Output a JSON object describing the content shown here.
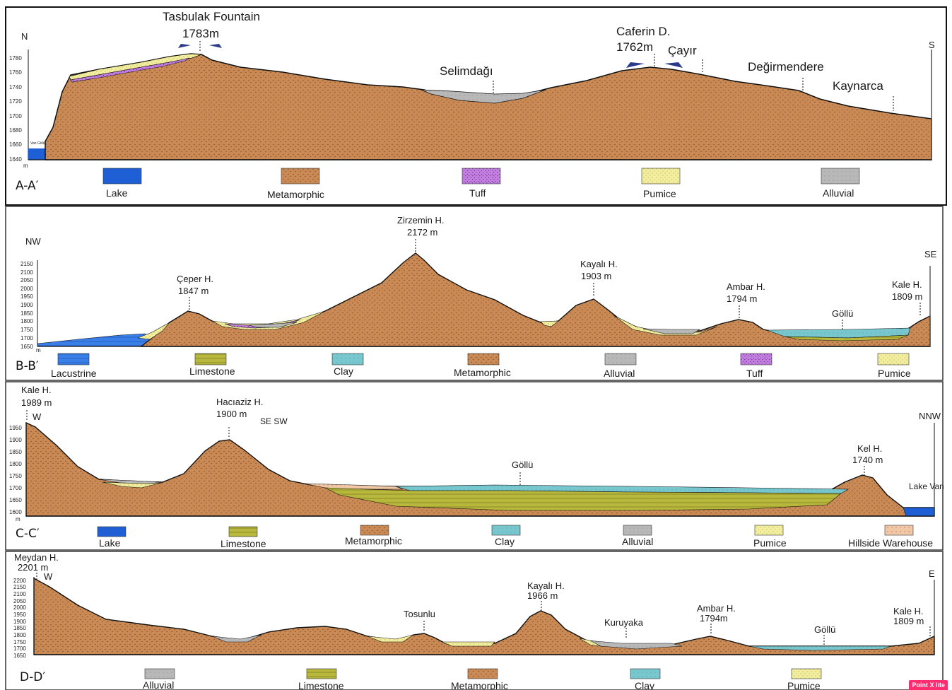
{
  "colors": {
    "lake": "#1f5fd6",
    "metamorphic": "#c98a55",
    "tuff": "#c27fe0",
    "pumice": "#f3ee9e",
    "alluvial": "#b8b8b8",
    "lacustrine": "#3a7ee8",
    "limestone": "#b7b83c",
    "clay": "#78c7cf",
    "hillside": "#f0c8a8"
  },
  "aa": {
    "code": "A-A′",
    "dir_left": "N",
    "dir_right": "S",
    "axis_unit": "m",
    "ticks": [
      "1780",
      "1760",
      "1740",
      "1720",
      "1700",
      "1680",
      "1660",
      "1640"
    ],
    "lake_label": "Van Gölü",
    "peak1_name": "Tasbulak Fountain",
    "peak1_elev": "1783m",
    "selim": "Selimdağı",
    "peak2_name": "Caferin D.",
    "peak2_elev": "1762m",
    "cayir": "Çayır",
    "degirmendere": "Değirmendere",
    "kaynarca": "Kaynarca",
    "legend": [
      "Lake",
      "Metamorphic",
      "Tuff",
      "Pumice",
      "Alluvial"
    ]
  },
  "bb": {
    "code": "B-B′",
    "dir_left": "NW",
    "dir_right": "SE",
    "axis_unit": "m",
    "ticks": [
      "2150",
      "2100",
      "2050",
      "2000",
      "1950",
      "1900",
      "1850",
      "1800",
      "1750",
      "1700",
      "1650"
    ],
    "ceper_name": "Çeper H.",
    "ceper_elev": "1847 m",
    "zirzemin_name": "Zirzemin H.",
    "zirzemin_elev": "2172 m",
    "kayali_name": "Kayalı H.",
    "kayali_elev": "1903 m",
    "ambar_name": "Ambar H.",
    "ambar_elev": "1794 m",
    "gollu": "Göllü",
    "kale_name": "Kale H.",
    "kale_elev": "1809 m",
    "legend": [
      "Lacustrine",
      "Limestone",
      "Clay",
      "Metamorphic",
      "Alluvial",
      "Tuff",
      "Pumice"
    ]
  },
  "cc": {
    "code": "C-C′",
    "dir_left": "W",
    "dir_right": "NNW",
    "axis_unit": "m",
    "ticks": [
      "1950",
      "1900",
      "1850",
      "1800",
      "1750",
      "1700",
      "1650",
      "1600"
    ],
    "kale_name": "Kale H.",
    "kale_elev": "1989 m",
    "haciaziz_name": "Hacıaziz H.",
    "haciaziz_elev": "1900 m",
    "sesw": "SE SW",
    "gollu": "Göllü",
    "kel_name": "Kel H.",
    "kel_elev": "1740 m",
    "lake_van": "Lake Van",
    "legend": [
      "Lake",
      "Limestone",
      "Metamorphic",
      "Clay",
      "Alluvial",
      "Pumice",
      "Hillside Warehouse"
    ]
  },
  "dd": {
    "code": "D-D′",
    "dir_left": "W",
    "dir_right": "E",
    "ticks": [
      "2200",
      "2150",
      "2100",
      "2050",
      "2000",
      "1950",
      "1900",
      "1850",
      "1800",
      "1750",
      "1700",
      "1650"
    ],
    "meydan_name": "Meydan H.",
    "meydan_elev": "2201 m",
    "tosunlu": "Tosunlu",
    "kayali_name": "Kayalı H.",
    "kayali_elev": "1966 m",
    "kuruyaka": "Kuruyaka",
    "ambar_name": "Ambar H.",
    "ambar_elev": "1794m",
    "gollu": "Göllü",
    "kale_name": "Kale H.",
    "kale_elev": "1809 m",
    "legend": [
      "Alluvial",
      "Limestone",
      "Metamorphic",
      "Clay",
      "Pumice"
    ]
  },
  "badge": "Point X lite"
}
